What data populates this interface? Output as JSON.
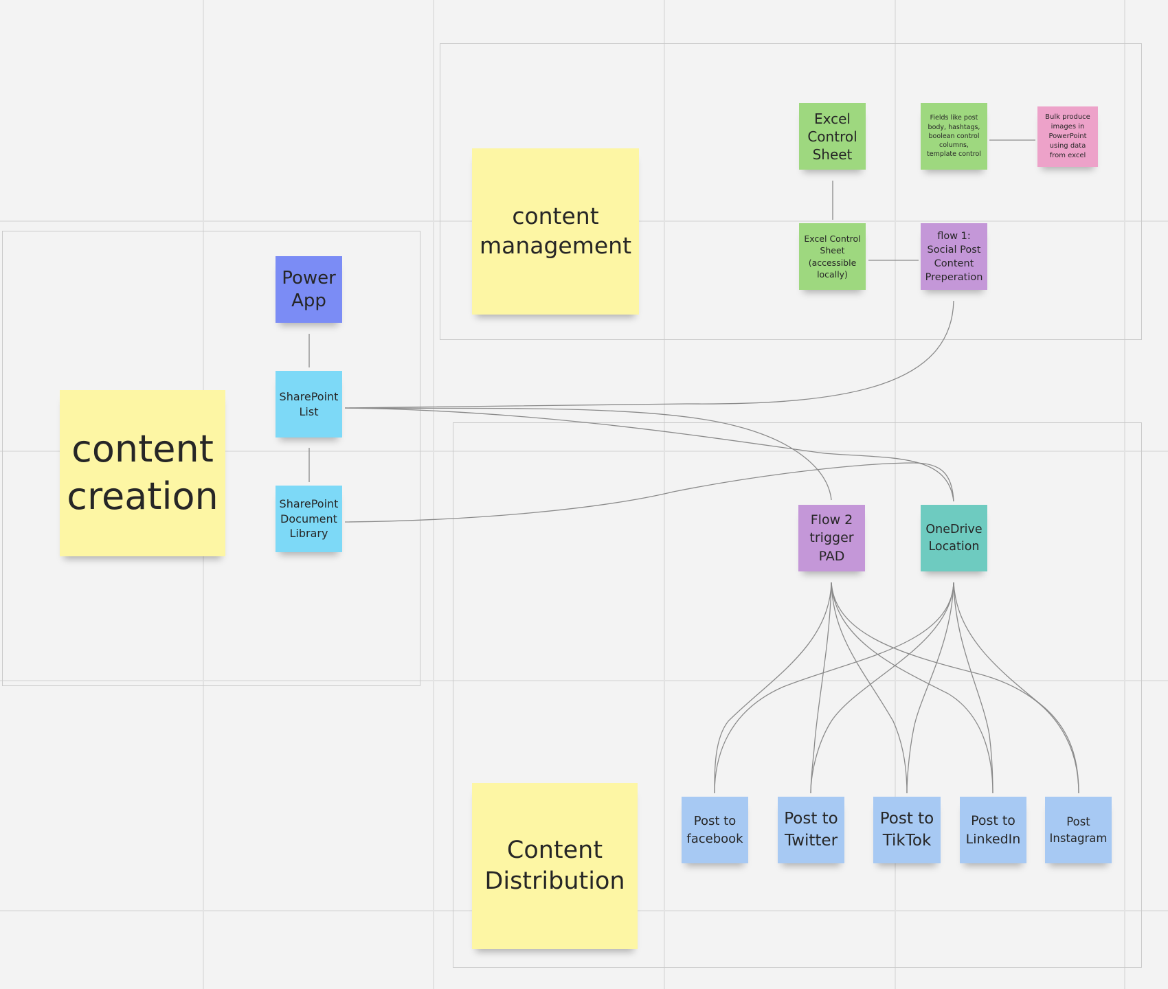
{
  "colors": {
    "background": "#f3f3f3",
    "sticky_yellow": "#fdf6a4",
    "sticky_green": "#9ed87f",
    "sticky_pink": "#eda2c9",
    "sticky_purple": "#c497d8",
    "sticky_blue": "#7b8cf5",
    "sticky_cyan": "#7dd9f7",
    "sticky_teal": "#6ecbc0",
    "sticky_light_blue": "#a7c9f3",
    "connector": "#8a8a8a"
  },
  "notes": {
    "content_creation": "content creation",
    "content_management": "content management",
    "content_distribution": "Content Distribution",
    "power_app": "Power App",
    "sharepoint_list": "SharePoint List",
    "sharepoint_doc_library": "SharePoint Document Library",
    "excel_control_sheet": "Excel Control Sheet",
    "fields_note": "Fields like post body, hashtags, boolean control columns, template control",
    "bulk_produce": "Bulk produce images in PowerPoint using data from excel",
    "excel_local": "Excel Control Sheet (accessible locally)",
    "flow1": "flow 1: Social Post Content Preperation",
    "flow2": "Flow 2 trigger PAD",
    "onedrive": "OneDrive Location",
    "post_facebook": "Post to facebook",
    "post_twitter": "Post to Twitter",
    "post_tiktok": "Post to TikTok",
    "post_linkedin": "Post to LinkedIn",
    "post_instagram": "Post Instagram"
  }
}
